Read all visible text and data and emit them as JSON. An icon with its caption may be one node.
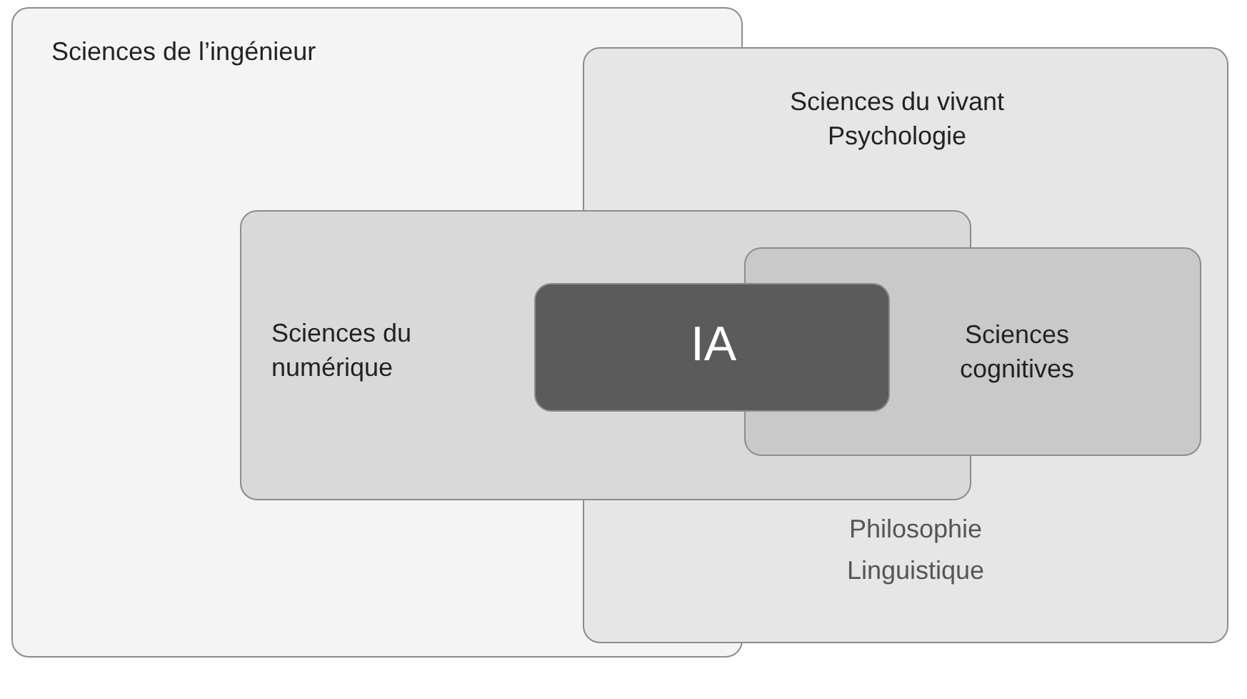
{
  "diagram": {
    "nodes": [
      {
        "text": [
          "Sciences de l’ingénieur"
        ]
      },
      {
        "text": [
          "Sciences du vivant Psychologie",
          "Philosophie Linguistique"
        ]
      },
      {
        "text": [
          "Sciences du numérique"
        ]
      },
      {
        "text": [
          "Sciences cognitives"
        ],
        "in": 1
      },
      {
        "text": [
          "IA"
        ],
        "in": 2
      }
    ]
  }
}
